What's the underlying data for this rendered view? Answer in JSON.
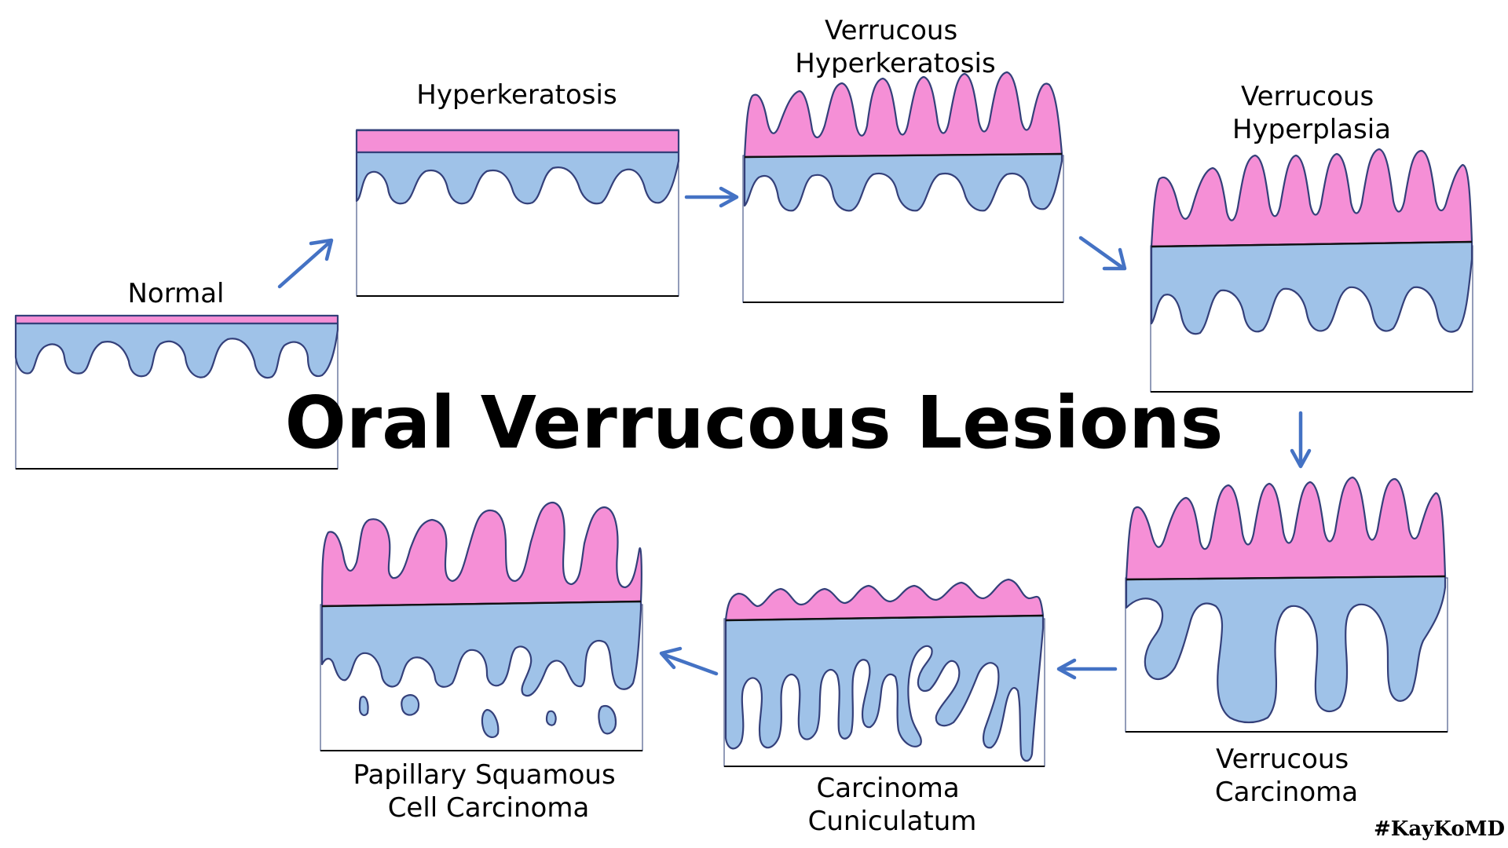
{
  "title": "Oral Verrucous Lesions",
  "watermark": "#KayKoMD",
  "colors": {
    "keratin_layer": "#f58fd6",
    "epithelium": "#9fc2e8",
    "outline": "#34407a",
    "arrow": "#4472c4"
  },
  "stages": [
    {
      "id": "normal",
      "label_lines": [
        "Normal"
      ]
    },
    {
      "id": "hyperkeratosis",
      "label_lines": [
        "Hyperkeratosis"
      ]
    },
    {
      "id": "verrucous-hyperkeratosis",
      "label_lines": [
        "Verrucous",
        "Hyperkeratosis"
      ]
    },
    {
      "id": "verrucous-hyperplasia",
      "label_lines": [
        "Verrucous",
        "Hyperplasia"
      ]
    },
    {
      "id": "verrucous-carcinoma",
      "label_lines": [
        "Verrucous",
        "Carcinoma"
      ]
    },
    {
      "id": "carcinoma-cuniculatum",
      "label_lines": [
        "Carcinoma",
        "Cuniculatum"
      ]
    },
    {
      "id": "papillary-squamous-cell-carcinoma",
      "label_lines": [
        "Papillary Squamous",
        "Cell Carcinoma"
      ]
    }
  ]
}
